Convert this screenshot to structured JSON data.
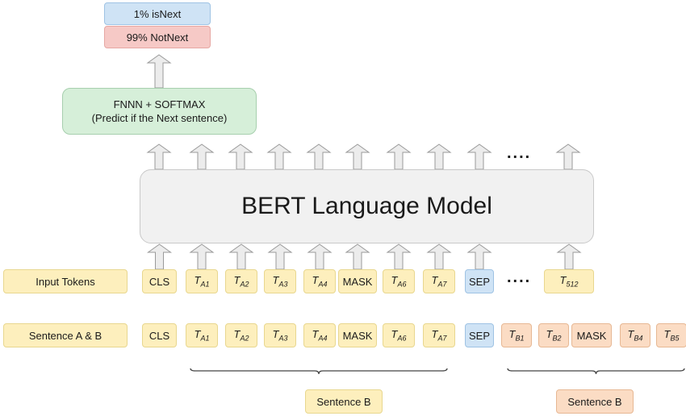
{
  "outputs": {
    "is_next": "1%  isNext",
    "not_next": "99% NotNext",
    "is_next_color": "#cfe3f5",
    "not_next_color": "#f6c9c6"
  },
  "classifier": {
    "line1": "FNNN + SOFTMAX",
    "line2": "(Predict if the Next sentence)"
  },
  "model": {
    "title": "BERT Language Model"
  },
  "ellipsis": "....",
  "input_tokens": {
    "label": "Input Tokens",
    "items": [
      {
        "text": "CLS",
        "kind": "plain"
      },
      {
        "base": "T",
        "sub": "A1",
        "kind": "a"
      },
      {
        "base": "T",
        "sub": "A2",
        "kind": "a"
      },
      {
        "base": "T",
        "sub": "A3",
        "kind": "a"
      },
      {
        "base": "T",
        "sub": "A4",
        "kind": "a"
      },
      {
        "text": "MASK",
        "kind": "plain"
      },
      {
        "base": "T",
        "sub": "A6",
        "kind": "a"
      },
      {
        "base": "T",
        "sub": "A7",
        "kind": "a"
      },
      {
        "text": "SEP",
        "kind": "sep"
      },
      {
        "base": "T",
        "sub": "512",
        "kind": "a"
      }
    ]
  },
  "sentences": {
    "label": "Sentence A & B",
    "items": [
      {
        "text": "CLS",
        "kind": "plain"
      },
      {
        "base": "T",
        "sub": "A1",
        "kind": "a"
      },
      {
        "base": "T",
        "sub": "A2",
        "kind": "a"
      },
      {
        "base": "T",
        "sub": "A3",
        "kind": "a"
      },
      {
        "base": "T",
        "sub": "A4",
        "kind": "a"
      },
      {
        "text": "MASK",
        "kind": "plain"
      },
      {
        "base": "T",
        "sub": "A6",
        "kind": "a"
      },
      {
        "base": "T",
        "sub": "A7",
        "kind": "a"
      },
      {
        "text": "SEP",
        "kind": "sep"
      },
      {
        "base": "T",
        "sub": "B1",
        "kind": "b"
      },
      {
        "base": "T",
        "sub": "B2",
        "kind": "b"
      },
      {
        "text": "MASK",
        "kind": "bplain"
      },
      {
        "base": "T",
        "sub": "B4",
        "kind": "b"
      },
      {
        "base": "T",
        "sub": "B5",
        "kind": "b"
      }
    ],
    "group_a_label": "Sentence B",
    "group_b_label": "Sentence B"
  }
}
